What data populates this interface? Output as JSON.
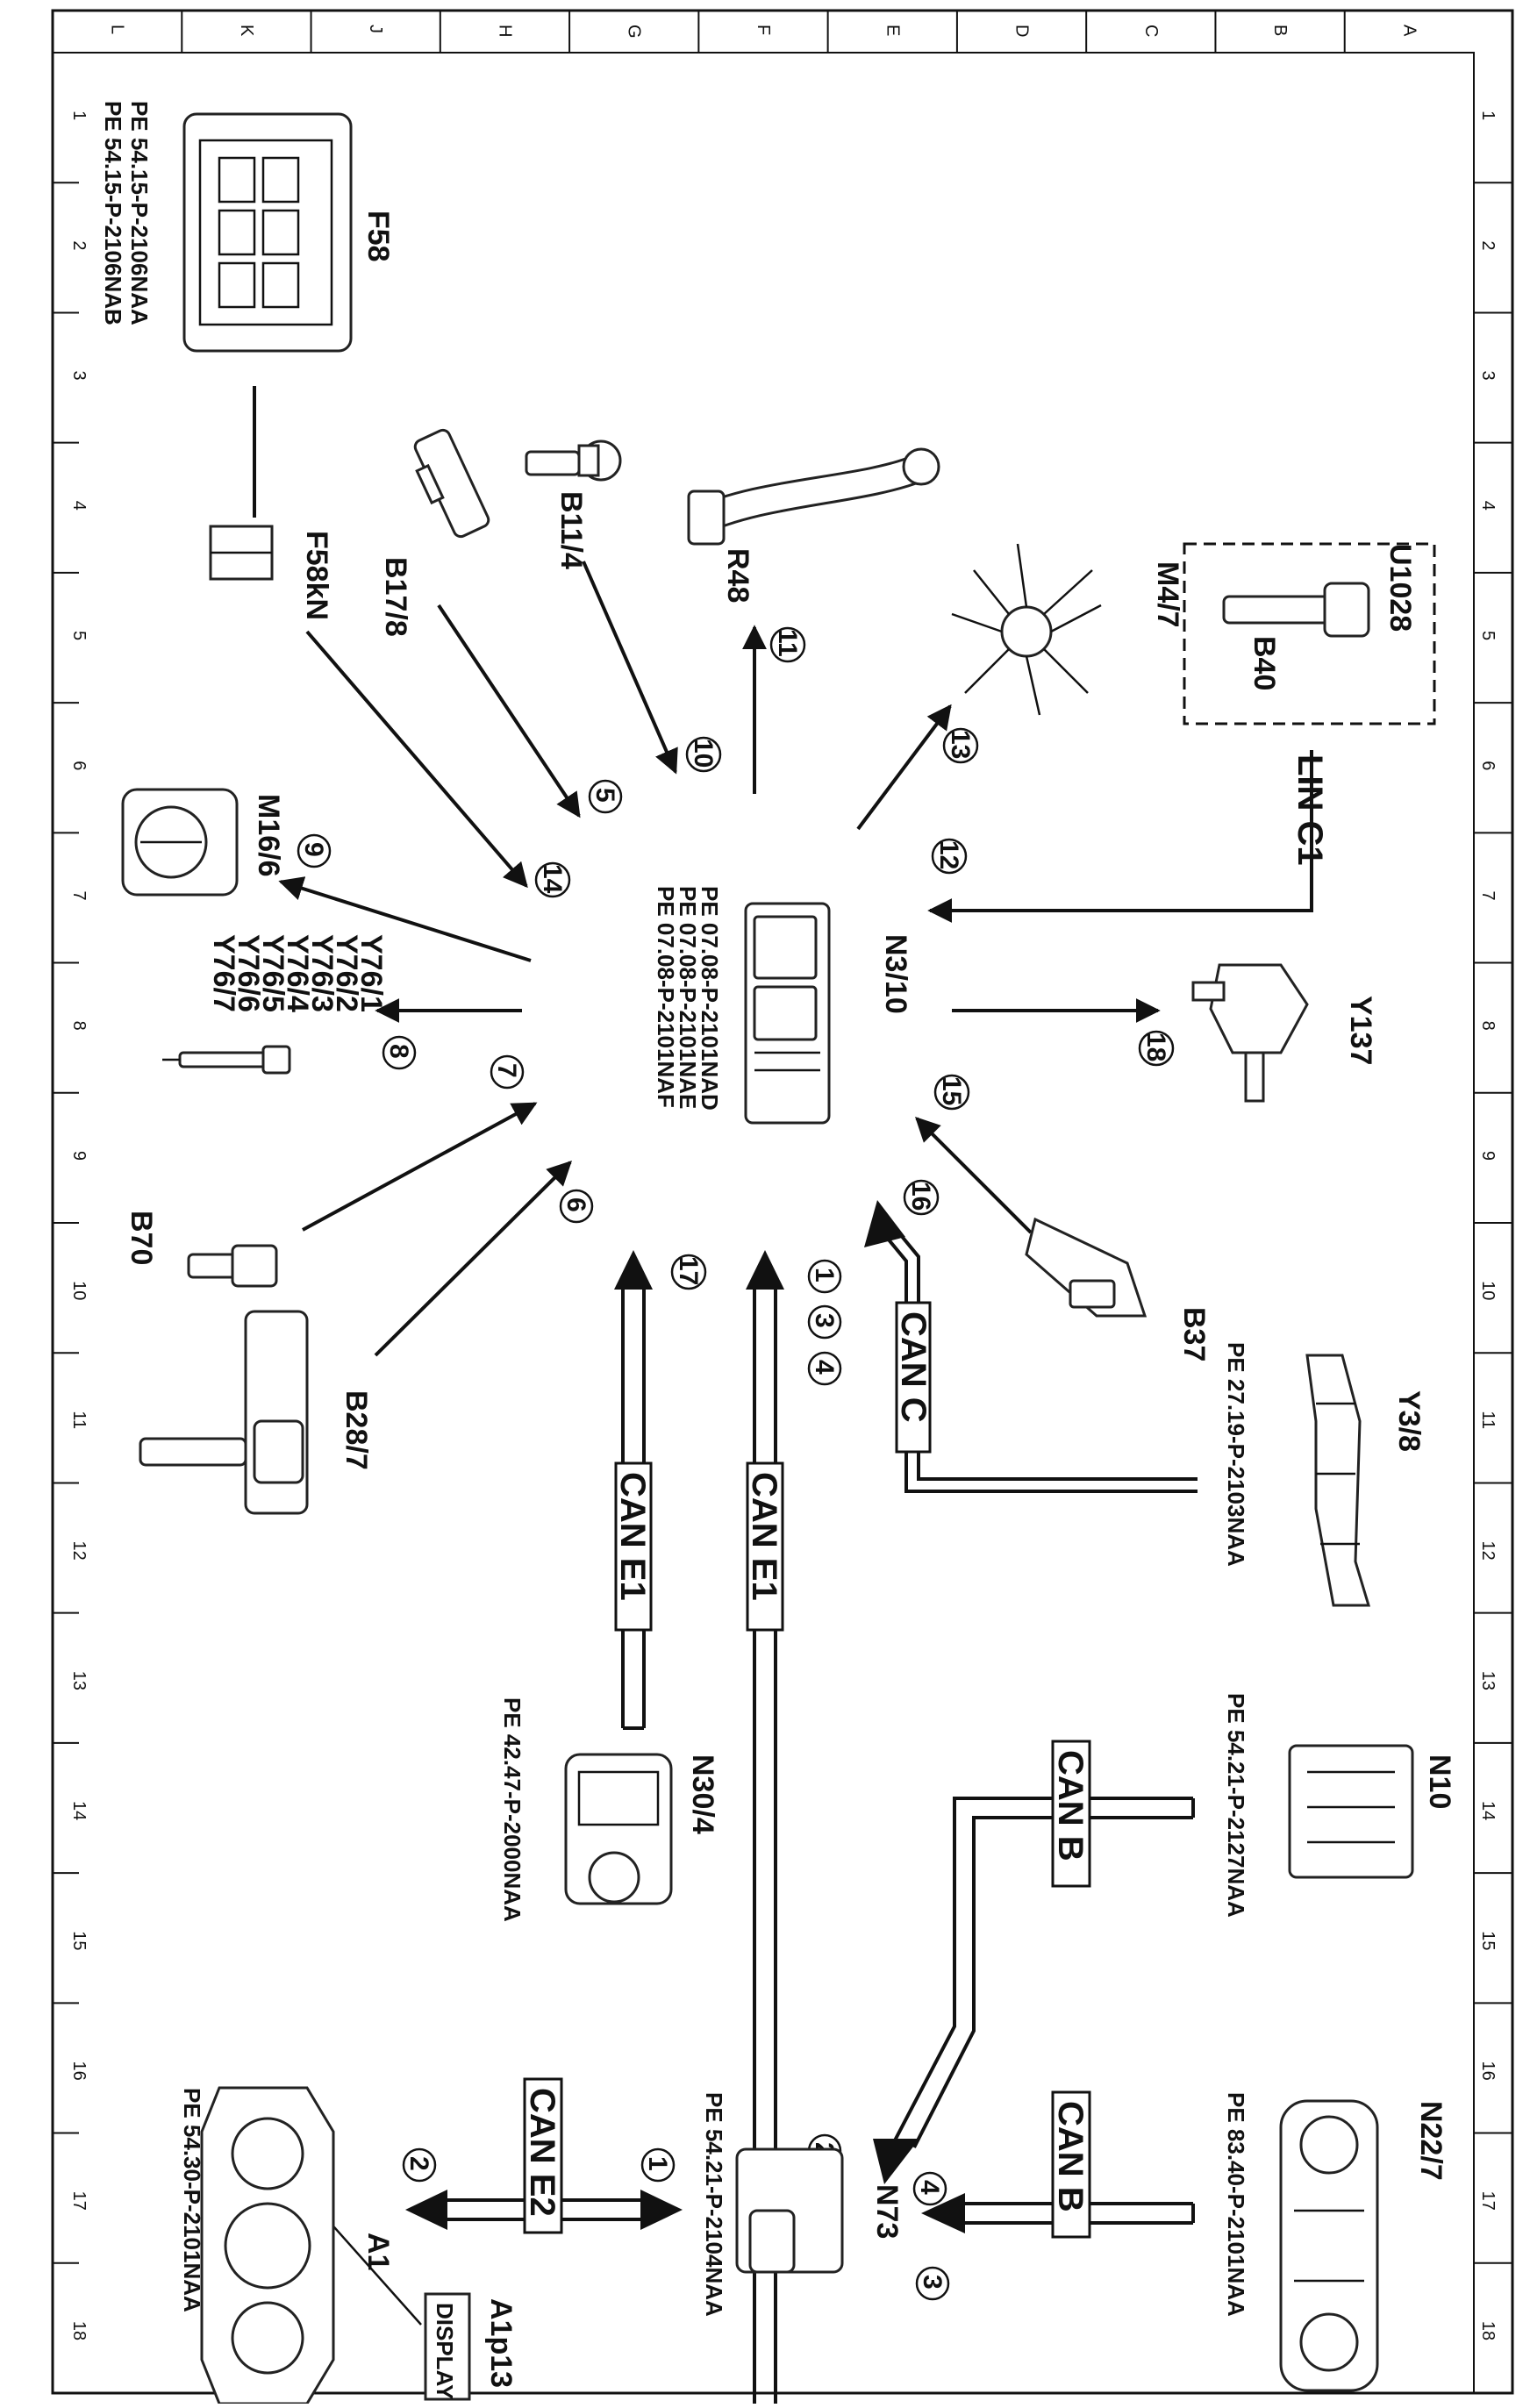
{
  "grid": {
    "letters": [
      "A",
      "B",
      "C",
      "D",
      "E",
      "F",
      "G",
      "H",
      "J",
      "K",
      "L"
    ],
    "numbers": [
      "1",
      "2",
      "3",
      "4",
      "5",
      "6",
      "7",
      "8",
      "9",
      "10",
      "11",
      "12",
      "13",
      "14",
      "15",
      "16",
      "17",
      "18"
    ]
  },
  "components": {
    "F58": {
      "code": "F58",
      "refs": [
        "PE 54.15-P-2106NAA",
        "PE 54.15-P-2106NAB"
      ]
    },
    "F58kN": {
      "code": "F58kN"
    },
    "B17_8": {
      "code": "B17/8"
    },
    "B11_4": {
      "code": "B11/4"
    },
    "R48": {
      "code": "R48"
    },
    "M4_7": {
      "code": "M4/7"
    },
    "U1028": {
      "code": "U1028"
    },
    "B40": {
      "code": "B40"
    },
    "M16_6": {
      "code": "M16/6"
    },
    "N3_10": {
      "code": "N3/10",
      "refs": [
        "PE 07.08-P-2101NAD",
        "PE 07.08-P-2101NAE",
        "PE 07.08-P-2101NAF"
      ]
    },
    "Y76": {
      "codes": [
        "Y76/1",
        "Y76/2",
        "Y76/3",
        "Y76/4",
        "Y76/5",
        "Y76/6",
        "Y76/7"
      ]
    },
    "Y137": {
      "code": "Y137"
    },
    "B70": {
      "code": "B70"
    },
    "B37": {
      "code": "B37"
    },
    "B28_7": {
      "code": "B28/7"
    },
    "Y3_8": {
      "code": "Y3/8",
      "ref": "PE 27.19-P-2103NAA"
    },
    "N30_4": {
      "code": "N30/4",
      "ref": "PE 42.47-P-2000NAA"
    },
    "N10": {
      "code": "N10",
      "ref": "PE 54.21-P-2127NAA"
    },
    "N73": {
      "code": "N73",
      "ref": "PE 54.21-P-2104NAA"
    },
    "N22_7": {
      "code": "N22/7",
      "ref": "PE 83.40-P-2101NAA"
    },
    "A1": {
      "code": "A1",
      "ref": "PE 54.30-P-2101NAA"
    },
    "A1p13": {
      "code": "A1p13",
      "display": "DISPLAY"
    }
  },
  "buses": {
    "lin_c1": "LIN C1",
    "can_c": "CAN C",
    "can_e1": "CAN E1",
    "can_b": "CAN B",
    "can_e2": "CAN E2"
  },
  "signals": {
    "s1": "1",
    "s2": "2",
    "s3": "3",
    "s4": "4",
    "s5": "5",
    "s6": "6",
    "s7": "7",
    "s8": "8",
    "s9": "9",
    "s10": "10",
    "s11": "11",
    "s12": "12",
    "s13": "13",
    "s14": "14",
    "s15": "15",
    "s16": "16",
    "s17": "17",
    "s18": "18"
  }
}
